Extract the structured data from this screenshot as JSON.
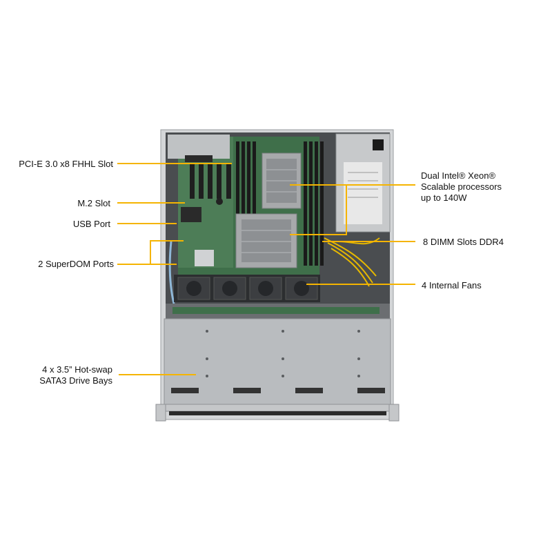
{
  "labels": {
    "pcie": "PCI-E 3.0 x8 FHHL Slot",
    "m2": "M.2 Slot",
    "usb": "USB Port",
    "superdom": "2 SuperDOM Ports",
    "drives_line1": "4 x 3.5” Hot-swap",
    "drives_line2": "SATA3 Drive Bays",
    "cpu_line1": "Dual Intel® Xeon®",
    "cpu_line2": "Scalable processors",
    "cpu_line3": "up to 140W",
    "dimm": "8 DIMM Slots DDR4",
    "fans": "4 Internal Fans"
  },
  "colors": {
    "callout": "#f5b400",
    "chassis": "#c9cbcd",
    "board": "#3f6f4a",
    "drive_bay": "#b9bcbf"
  }
}
